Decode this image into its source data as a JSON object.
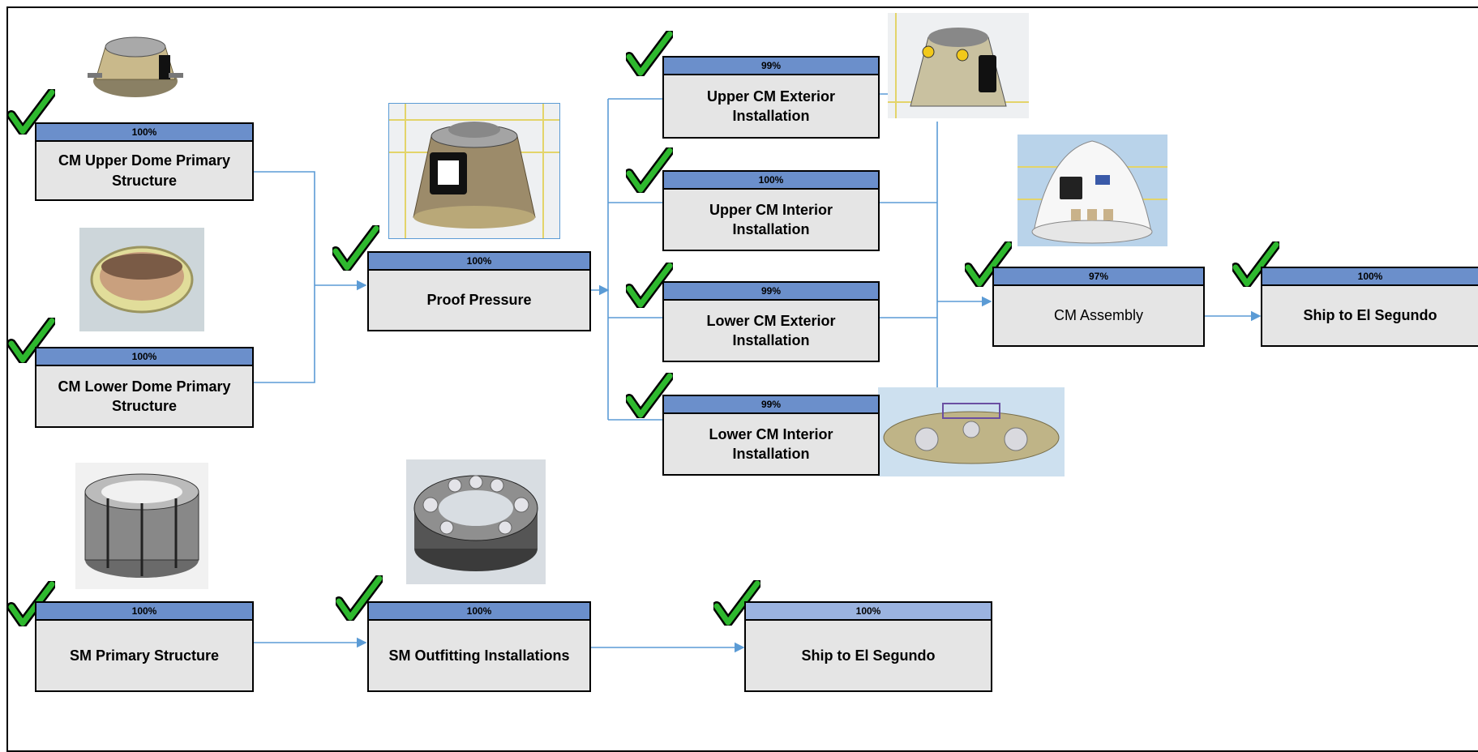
{
  "boxes": {
    "upper_dome": {
      "pct": "100%",
      "title": "CM Upper Dome Primary Structure"
    },
    "lower_dome": {
      "pct": "100%",
      "title": "CM Lower Dome Primary Structure"
    },
    "proof": {
      "pct": "100%",
      "title": "Proof Pressure"
    },
    "upper_ext": {
      "pct": "99%",
      "title": "Upper CM Exterior Installation"
    },
    "upper_int": {
      "pct": "100%",
      "title": "Upper CM Interior Installation"
    },
    "lower_ext": {
      "pct": "99%",
      "title": "Lower CM Exterior Installation"
    },
    "lower_int": {
      "pct": "99%",
      "title": "Lower CM Interior Installation"
    },
    "cm_assembly": {
      "pct": "97%",
      "title": "CM Assembly"
    },
    "ship_cm": {
      "pct": "100%",
      "title": "Ship to El Segundo"
    },
    "sm_primary": {
      "pct": "100%",
      "title": "SM Primary Structure"
    },
    "sm_outfit": {
      "pct": "100%",
      "title": "SM Outfitting Installations"
    },
    "ship_sm": {
      "pct": "100%",
      "title": "Ship to El Segundo"
    }
  },
  "colors": {
    "status_bar": "#6b8fcb",
    "status_bar_light": "#9bb3e0",
    "box_fill": "#e5e5e5",
    "connector": "#5b9bd5",
    "check": "#2eb82e"
  }
}
